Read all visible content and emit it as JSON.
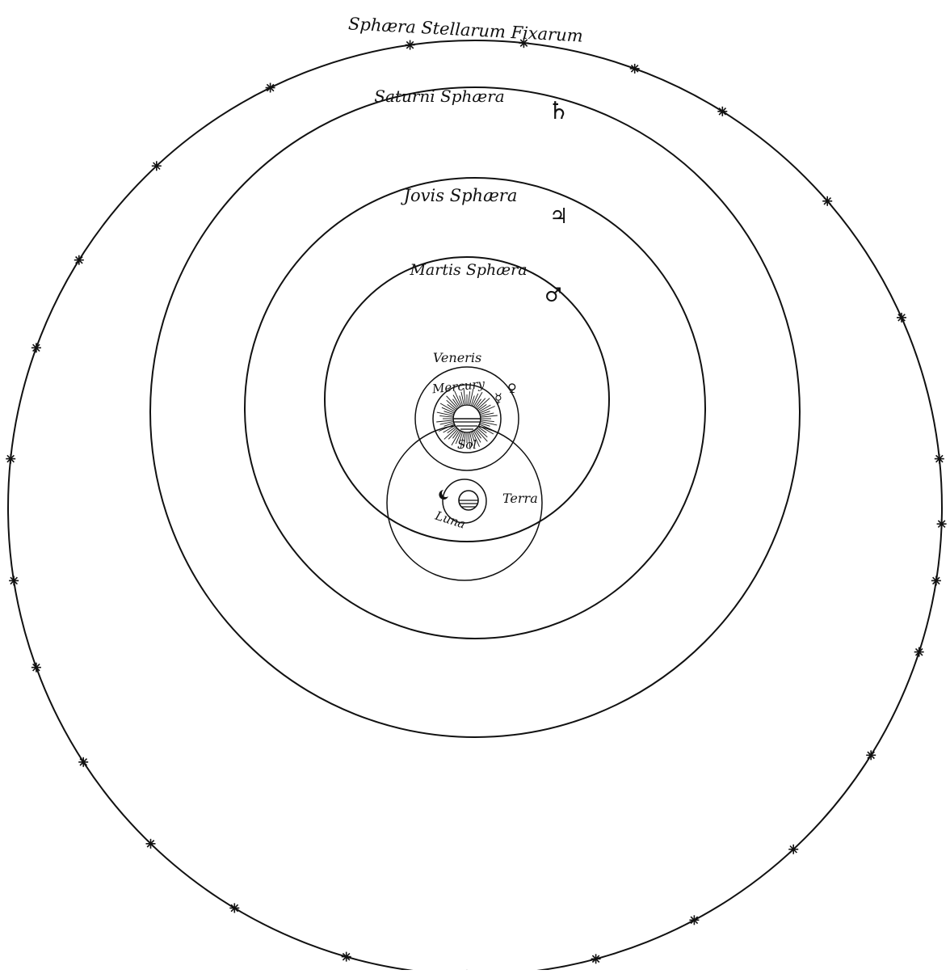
{
  "labels": {
    "fixed_stars": "Sphæra Stellarum Fixarum",
    "saturn": "Saturni Sphæra",
    "jupiter": "Jovis Sphæra",
    "mars": "Martis Sphæra",
    "venus": "Veneris",
    "mercury": "Mercury",
    "sol": "Sol",
    "earth": "Terra",
    "moon": "Luna"
  },
  "symbols": {
    "saturn": "♄",
    "jupiter": "♃",
    "mars": "♂",
    "venus": "♀",
    "mercury": "☿"
  },
  "colors": {
    "ink": "#111111",
    "paper": "#ffffff"
  }
}
